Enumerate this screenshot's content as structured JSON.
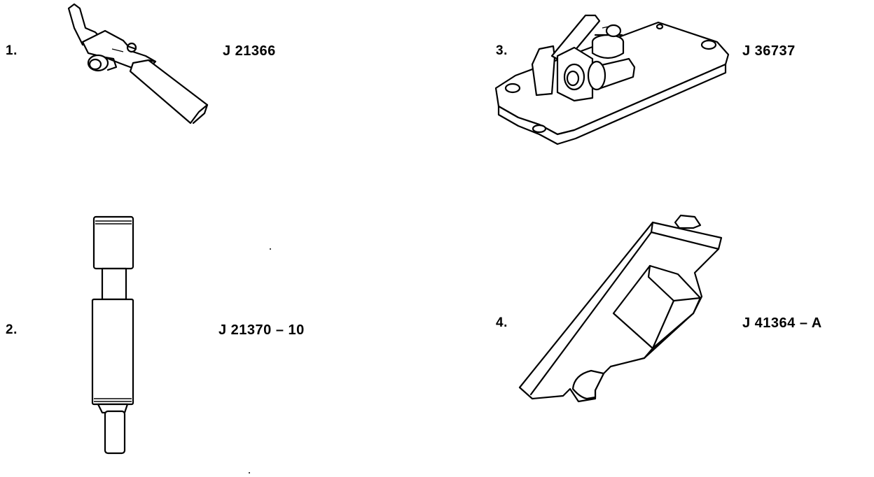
{
  "tools": [
    {
      "number": "1.",
      "part_no": "J 21366"
    },
    {
      "number": "2.",
      "part_no": "J 21370 – 10"
    },
    {
      "number": "3.",
      "part_no": "J 36737"
    },
    {
      "number": "4.",
      "part_no": "J 41364 – A"
    }
  ]
}
